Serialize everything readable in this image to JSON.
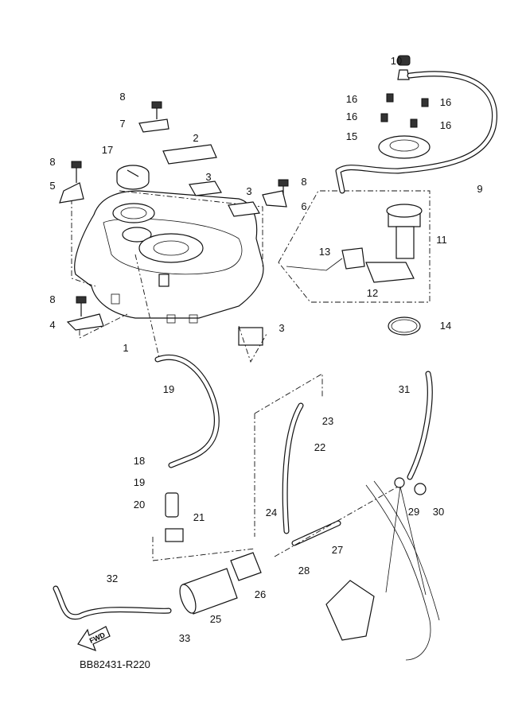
{
  "diagram_code": "BB82431-R220",
  "direction_arrow": {
    "label": "FWD",
    "icon": "forward-arrow-icon"
  },
  "callouts": [
    "10",
    "16",
    "16",
    "16",
    "16",
    "15",
    "8",
    "7",
    "2",
    "17",
    "8",
    "5",
    "3",
    "3",
    "8",
    "6",
    "9",
    "11",
    "13",
    "12",
    "14",
    "8",
    "4",
    "1",
    "3",
    "19",
    "31",
    "23",
    "22",
    "18",
    "19",
    "20",
    "21",
    "24",
    "29",
    "30",
    "27",
    "28",
    "32",
    "26",
    "25",
    "33"
  ]
}
